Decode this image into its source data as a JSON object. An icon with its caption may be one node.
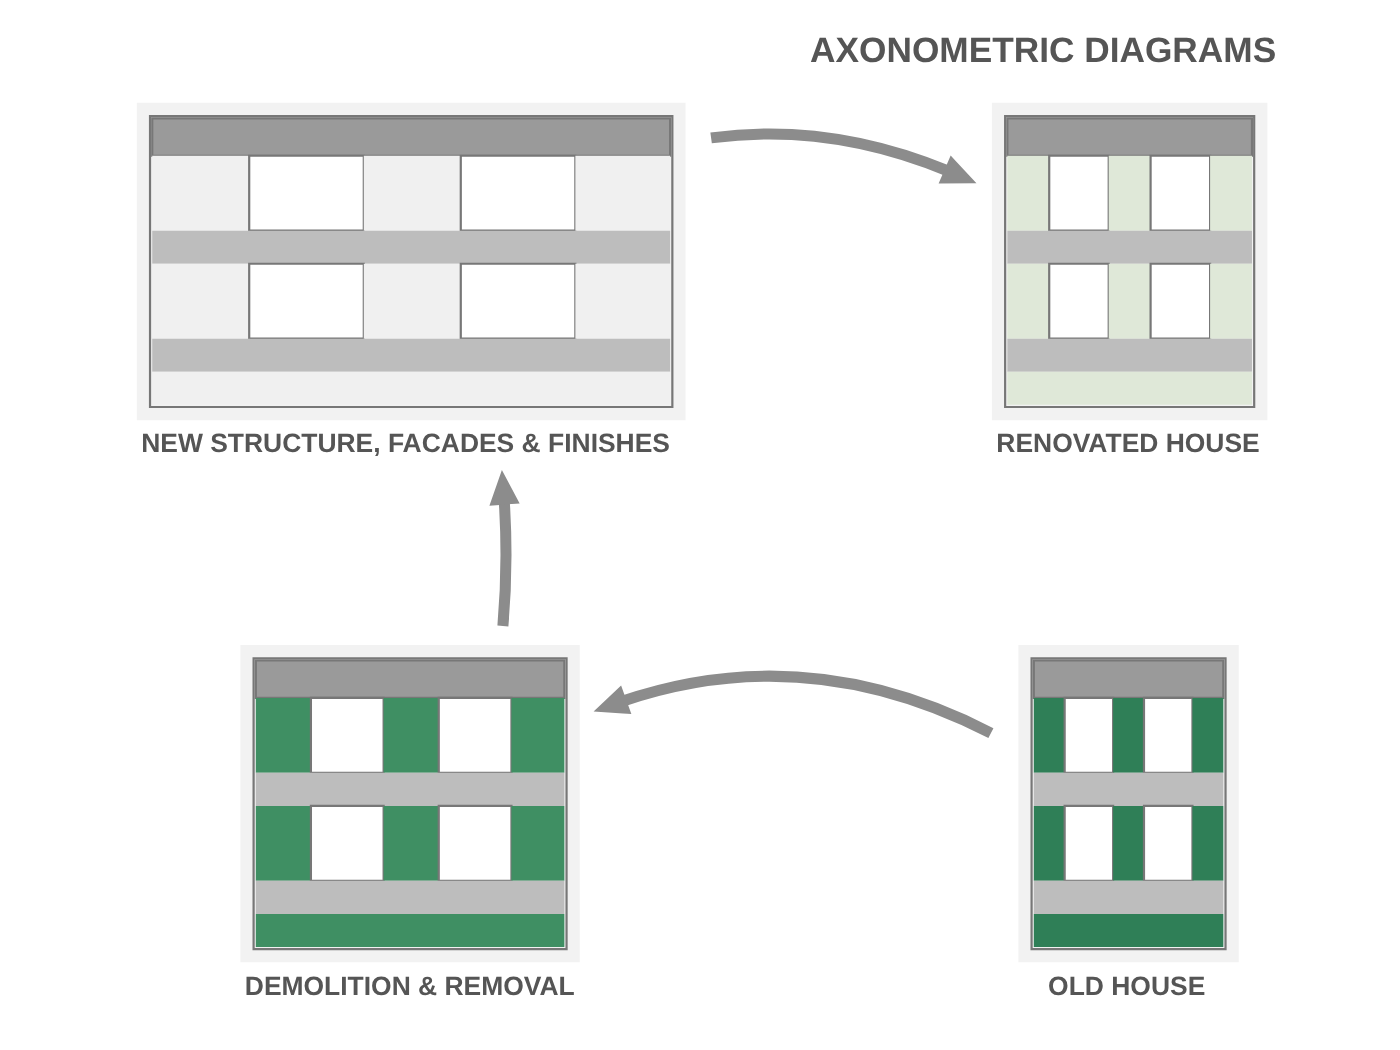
{
  "diagram": {
    "title": "AXONOMETRIC DIAGRAMS",
    "nodes": [
      {
        "text": [],
        "shape": "picture",
        "beside": [
          "NEW STRUCTURE, FACADES & FINISHES"
        ]
      },
      {
        "text": [],
        "shape": "picture",
        "beside": [
          "RENOVATED HOUSE"
        ]
      },
      {
        "text": [],
        "shape": "picture",
        "beside": [
          "DEMOLITION & REMOVAL"
        ]
      },
      {
        "text": [],
        "shape": "picture",
        "beside": [
          "OLD HOUSE"
        ]
      }
    ],
    "edges": [
      {
        "from": 3,
        "to": 2,
        "arrow": "to"
      },
      {
        "from": 2,
        "to": 0,
        "arrow": "to"
      },
      {
        "from": 0,
        "to": 1,
        "arrow": "to"
      }
    ]
  }
}
